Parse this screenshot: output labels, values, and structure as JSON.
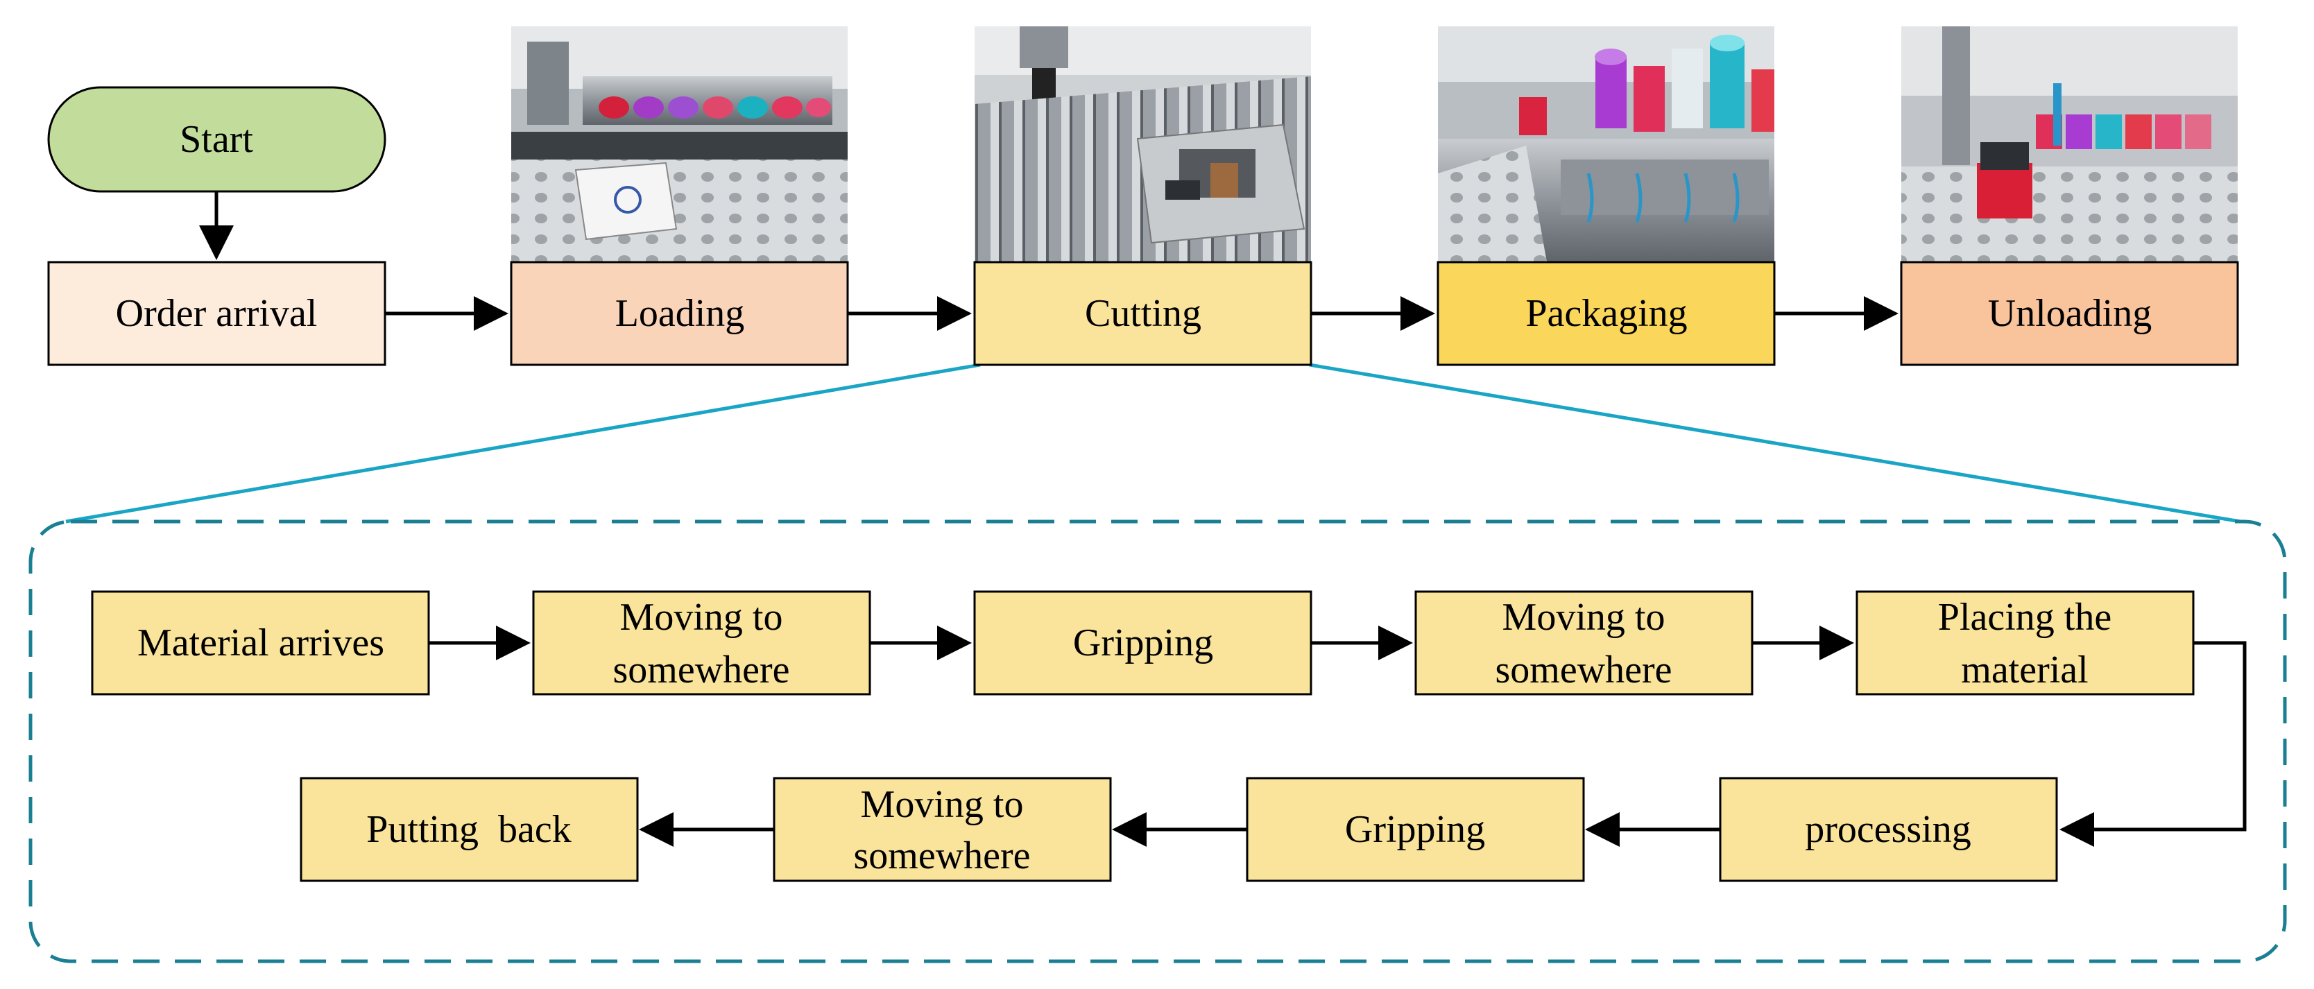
{
  "colors": {
    "start_fill": "#c2dc9c",
    "order_fill": "#fdebdc",
    "loading_fill": "#fad4b8",
    "cutting_fill": "#fae39a",
    "packaging_fill": "#fad65a",
    "unloading_fill": "#f9c39c",
    "sub_fill": "#fae39a",
    "zoom_line": "#1aa5c5",
    "dashed_border": "#1a7f92",
    "stroke": "#000000"
  },
  "top_flow": {
    "start": "Start",
    "order_arrival": "Order arrival",
    "loading": "Loading",
    "cutting": "Cutting",
    "packaging": "Packaging",
    "unloading": "Unloading"
  },
  "photos": {
    "loading": "loading-station-photo",
    "cutting": "cutting-station-photo",
    "packaging": "packaging-station-photo",
    "unloading": "unloading-station-photo"
  },
  "cutting_detail": {
    "row1": [
      {
        "l1": "Material arrives",
        "l2": ""
      },
      {
        "l1": "Moving to",
        "l2": "somewhere"
      },
      {
        "l1": "Gripping",
        "l2": ""
      },
      {
        "l1": "Moving to",
        "l2": "somewhere"
      },
      {
        "l1": "Placing the",
        "l2": "material"
      }
    ],
    "row2": [
      {
        "l1": "processing",
        "l2": ""
      },
      {
        "l1": "Gripping",
        "l2": ""
      },
      {
        "l1": "Moving to",
        "l2": "somewhere"
      },
      {
        "l1": "Putting  back",
        "l2": ""
      }
    ]
  }
}
